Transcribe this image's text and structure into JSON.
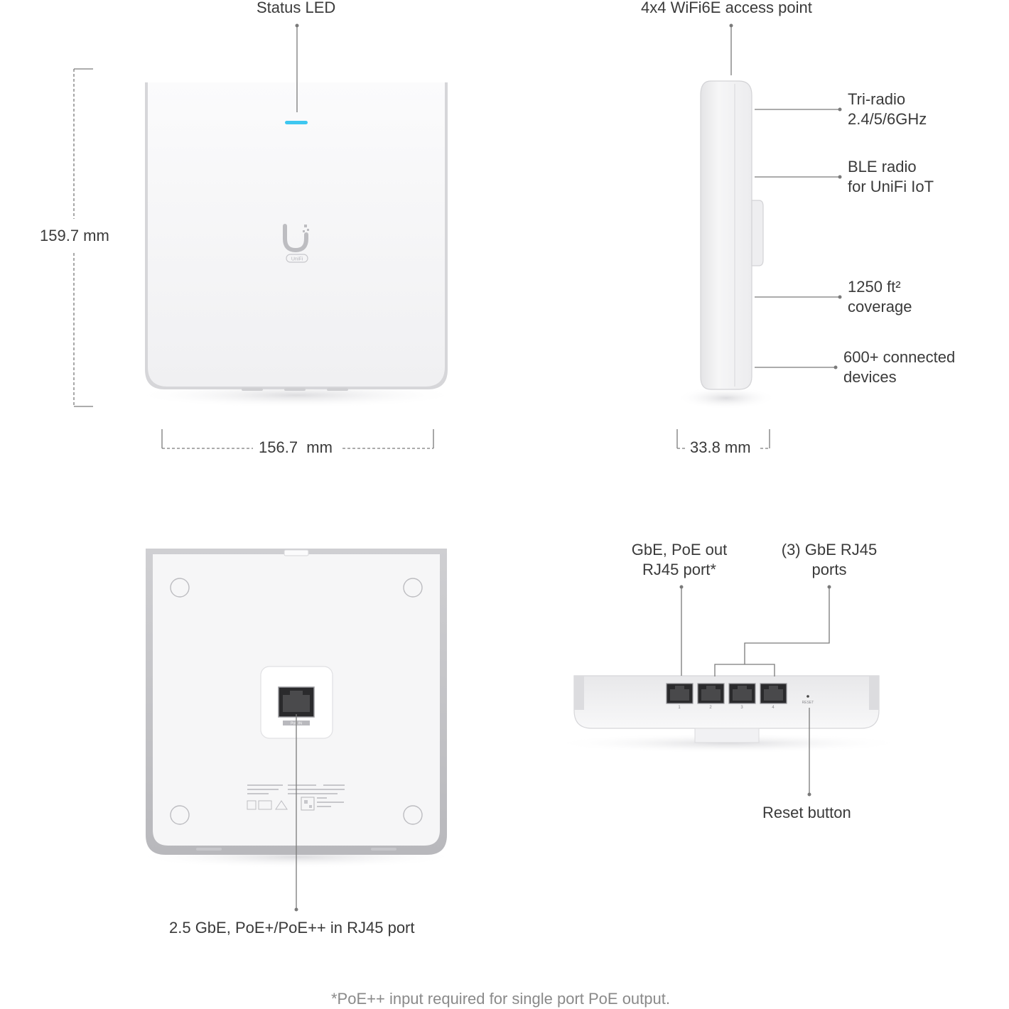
{
  "labels": {
    "status_led": "Status LED",
    "access_point": "4x4 WiFi6E access point",
    "height_dim": "159.7 mm",
    "width_dim": "156.7  mm",
    "depth_dim": "33.8 mm",
    "tri_radio": [
      "Tri-radio",
      "2.4/5/6GHz"
    ],
    "ble_radio": [
      "BLE radio",
      "for UniFi IoT"
    ],
    "coverage": [
      "1250 ft²",
      "coverage"
    ],
    "devices": [
      "600+ connected",
      "devices"
    ],
    "poe_out": [
      "GbE, PoE out",
      "RJ45 port*"
    ],
    "gbe_ports": [
      "(3) GbE RJ45",
      "ports"
    ],
    "reset_button": "Reset button",
    "poe_in": "2.5 GbE, PoE+/PoE++ in RJ45 port",
    "footnote": "*PoE++ input required for single port PoE output."
  },
  "device_markings": {
    "brand": "UniFi",
    "port_numbers": [
      "1",
      "2",
      "3",
      "4"
    ],
    "reset_text": "RESET",
    "rear_port_label": "PoE IN"
  },
  "colors": {
    "led": "#3ec7f0",
    "leader_line": "#7a7a7a",
    "device_body": "#f4f4f5",
    "device_edge": "#c9c9cc",
    "text": "#3a3a3a",
    "footnote": "#8a8a8a"
  }
}
